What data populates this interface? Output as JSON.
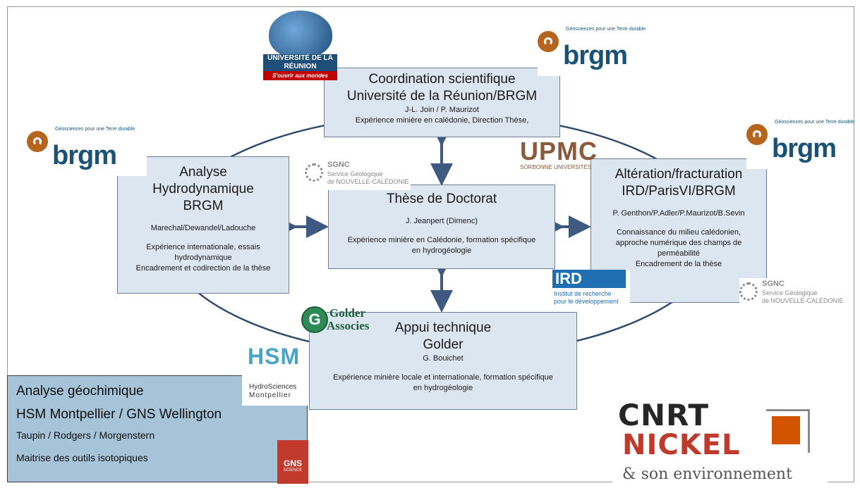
{
  "boxes": {
    "coordination": {
      "title1": "Coordination scientifique",
      "title2": "Université de la Réunion/BRGM",
      "people": "J-L. Join / P. Maurizot",
      "desc": "Expérience minière en calédonie, Direction Thèse,"
    },
    "hydro": {
      "title1": "Analyse",
      "title2": "Hydrodynamique",
      "title3": "BRGM",
      "people": "Marechal/Dewandel/Ladouche",
      "desc1": "Expérience internationale, essais",
      "desc2": "hydrodynamique",
      "desc3": "Encadrement et codirection de la thèse"
    },
    "these": {
      "title": "Thèse de Doctorat",
      "people": "J. Jeanpert (Dimenc)",
      "desc1": "Expérience minière en Calédonie, formation spécifique",
      "desc2": "en hydrogéologie"
    },
    "alteration": {
      "title1": "Altération/fracturation",
      "title2": "IRD/ParisVI/BRGM",
      "people": "P. Genthon/P.Adler/P.Maurizot/B.Sevin",
      "desc1": "Connaissance du milieu calédonien,",
      "desc2": "approche numérique des champs de",
      "desc3": "perméabilité",
      "desc4": "Encadrement de la thèse"
    },
    "golder": {
      "title1": "Appui technique",
      "title2": "Golder",
      "people": "G. Bouichet",
      "desc1": "Expérience minière locale et internationale, formation spécifique",
      "desc2": "en hydrogéologie"
    },
    "geochimie": {
      "line1": "Analyse géochimique",
      "line2": "HSM Montpellier / GNS Wellington",
      "line3": "Taupin / Rodgers / Morgenstern",
      "line4": "Maitrise des outils isotopiques"
    }
  },
  "logos": {
    "brgm": {
      "word": "brgm",
      "tagline": "Géosciences pour une Terre durable",
      "color": "#1a5276",
      "ring_color": "#b5651d"
    },
    "univ": {
      "line1": "UNIVERSITÉ DE LA RÉUNION",
      "line2": "S'ouvrir aux mondes"
    },
    "sgnc": {
      "abbr": "SGNC",
      "line1": "Service Géologique",
      "line2": "de NOUVELLE-CALÉDONIE"
    },
    "upmc": {
      "word": "UPMC",
      "sub": "SORBONNE UNIVERSITÉS"
    },
    "ird": {
      "word": "IRD",
      "line1": "Institut de recherche",
      "line2": "pour le développement"
    },
    "golder": {
      "line1": "Golder",
      "line2": "Associes"
    },
    "hsm": {
      "word": "HSM",
      "line1": "HydroSciences",
      "line2": "Montpellier"
    },
    "gns": {
      "word": "GNS",
      "sub": "SCIENCE"
    },
    "cnrt": {
      "line1": "CNRT",
      "line2": "NICKEL",
      "line3": "& son environnement"
    }
  },
  "colors": {
    "box_fill": "#dce6f0",
    "box_border": "#6b7f99",
    "geochimie_fill": "#a6c3d8",
    "arrow": "#3f5a80",
    "ellipse": "#2f4a6a"
  }
}
